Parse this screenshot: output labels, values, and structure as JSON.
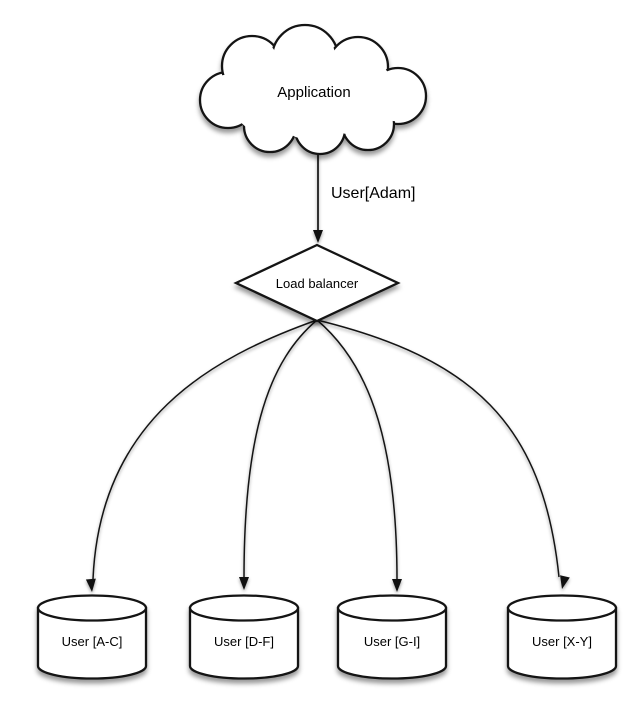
{
  "diagram": {
    "type": "flowchart-sharding",
    "background_color": "#ffffff",
    "stroke_color": "#141414",
    "shape_fill_color": "#ffffff",
    "text_color": "#000000",
    "nodes": {
      "application": {
        "label": "Application",
        "shape": "cloud"
      },
      "load_balancer": {
        "label": "Load balancer",
        "shape": "diamond"
      },
      "shards": [
        {
          "label": "User [A-C]",
          "shape": "database-cylinder"
        },
        {
          "label": "User [D-F]",
          "shape": "database-cylinder"
        },
        {
          "label": "User [G-I]",
          "shape": "database-cylinder"
        },
        {
          "label": "User [X-Y]",
          "shape": "database-cylinder"
        }
      ]
    },
    "edges": {
      "request": {
        "from": "Application",
        "to": "Load balancer",
        "label": "User[Adam]"
      },
      "fanout": [
        {
          "from": "Load balancer",
          "to": "User [A-C]"
        },
        {
          "from": "Load balancer",
          "to": "User [D-F]"
        },
        {
          "from": "Load balancer",
          "to": "User [G-I]"
        },
        {
          "from": "Load balancer",
          "to": "User [X-Y]"
        }
      ]
    }
  }
}
